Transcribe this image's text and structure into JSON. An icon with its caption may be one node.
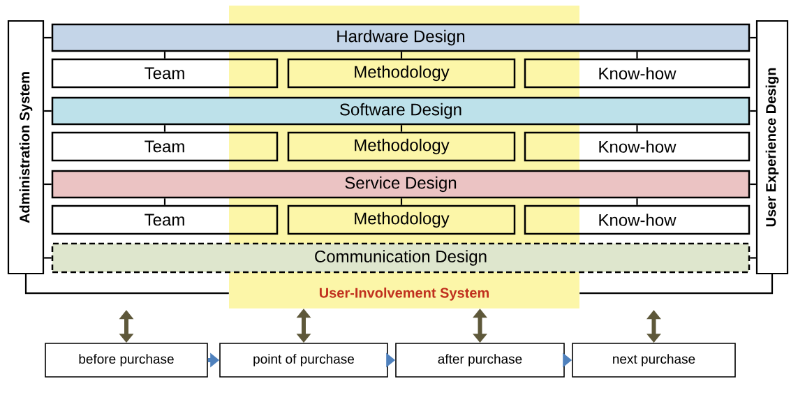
{
  "diagram": {
    "nodes": [
      {
        "text": [
          "Administration System"
        ]
      },
      {
        "text": [
          "User Experience Design"
        ]
      },
      {
        "text": [
          "User-Involvement System"
        ]
      },
      {
        "text": [
          "Hardware Design"
        ]
      },
      {
        "text": [
          "Team"
        ]
      },
      {
        "text": [
          "Methodology"
        ],
        "in": 2
      },
      {
        "text": [
          "Know-how"
        ]
      },
      {
        "text": [
          "Software Design"
        ]
      },
      {
        "text": [
          "Team"
        ]
      },
      {
        "text": [
          "Methodology"
        ],
        "in": 2
      },
      {
        "text": [
          "Know-how"
        ]
      },
      {
        "text": [
          "Service Design"
        ]
      },
      {
        "text": [
          "Team"
        ]
      },
      {
        "text": [
          "Methodology"
        ],
        "in": 2
      },
      {
        "text": [
          "Know-how"
        ]
      },
      {
        "text": [
          "Communication Design"
        ]
      },
      {
        "text": [
          "before purchase"
        ]
      },
      {
        "text": [
          "point of purchase"
        ]
      },
      {
        "text": [
          "after purchase"
        ]
      },
      {
        "text": [
          "next purchase"
        ]
      }
    ],
    "edges": [
      {
        "from": 0,
        "to": 3,
        "arrow": "none"
      },
      {
        "from": 0,
        "to": 7,
        "arrow": "none"
      },
      {
        "from": 0,
        "to": 11,
        "arrow": "none"
      },
      {
        "from": 0,
        "to": 15,
        "arrow": "none"
      },
      {
        "from": 1,
        "to": 3,
        "arrow": "none"
      },
      {
        "from": 1,
        "to": 7,
        "arrow": "none"
      },
      {
        "from": 1,
        "to": 11,
        "arrow": "none"
      },
      {
        "from": 1,
        "to": 15,
        "arrow": "none"
      },
      {
        "from": 3,
        "to": 4,
        "arrow": "none"
      },
      {
        "from": 3,
        "to": 5,
        "arrow": "none"
      },
      {
        "from": 3,
        "to": 6,
        "arrow": "none"
      },
      {
        "from": 7,
        "to": 8,
        "arrow": "none"
      },
      {
        "from": 7,
        "to": 9,
        "arrow": "none"
      },
      {
        "from": 7,
        "to": 10,
        "arrow": "none"
      },
      {
        "from": 11,
        "to": 12,
        "arrow": "none"
      },
      {
        "from": 11,
        "to": 13,
        "arrow": "none"
      },
      {
        "from": 11,
        "to": 14,
        "arrow": "none"
      },
      {
        "from": 0,
        "to": 2,
        "arrow": "none"
      },
      {
        "from": 1,
        "to": 2,
        "arrow": "none"
      },
      {
        "from": null,
        "to": 16,
        "arrow": "both",
        "style": "thick",
        "color": "#5e583a"
      },
      {
        "from": 2,
        "to": 17,
        "arrow": "both",
        "style": "thick",
        "color": "#5e583a"
      },
      {
        "from": 2,
        "to": 18,
        "arrow": "both",
        "style": "thick",
        "color": "#5e583a"
      },
      {
        "from": null,
        "to": 19,
        "arrow": "both",
        "style": "thick",
        "color": "#5e583a"
      },
      {
        "from": 16,
        "to": 17,
        "arrow": "to",
        "style": "thick",
        "color": "#4f81bd"
      },
      {
        "from": 17,
        "to": 18,
        "arrow": "to",
        "style": "thick",
        "color": "#4f81bd"
      },
      {
        "from": 18,
        "to": 19,
        "arrow": "to",
        "style": "thick",
        "color": "#4f81bd"
      }
    ]
  }
}
